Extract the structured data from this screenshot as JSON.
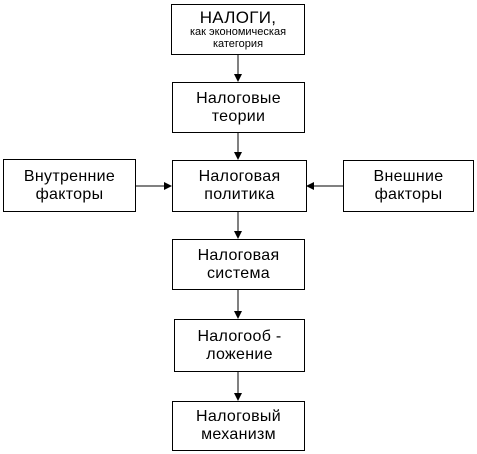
{
  "diagram": {
    "nodes": {
      "taxes": {
        "title": "НАЛОГИ,",
        "subtitle_line1": "как экономическая",
        "subtitle_line2": "категория"
      },
      "theories": {
        "line1": "Налоговые",
        "line2": "теории"
      },
      "policy": {
        "line1": "Налоговая",
        "line2": "политика"
      },
      "internal_factors": {
        "line1": "Внутренние",
        "line2": "факторы"
      },
      "external_factors": {
        "line1": "Внешние",
        "line2": "факторы"
      },
      "system": {
        "line1": "Налоговая",
        "line2": "система"
      },
      "taxation": {
        "line1": "Налогооб -",
        "line2": "ложение"
      },
      "mechanism": {
        "line1": "Налоговый",
        "line2": "механизм"
      }
    },
    "edge_color": "#000000"
  }
}
